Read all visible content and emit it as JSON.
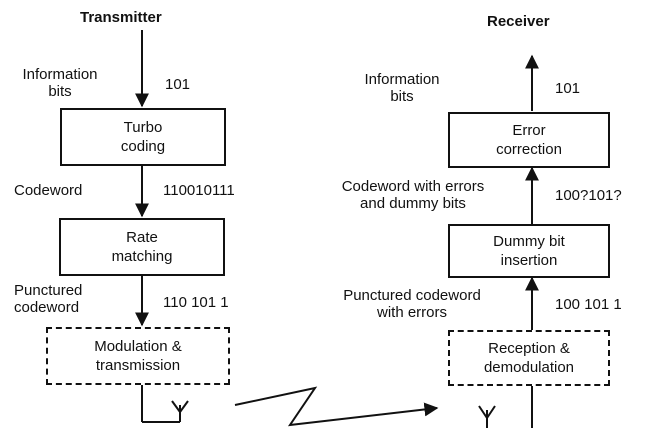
{
  "transmitter": {
    "title": "Transmitter",
    "info_label_1": "Information",
    "info_label_2": "bits",
    "info_value": "101",
    "box_turbo_1": "Turbo",
    "box_turbo_2": "coding",
    "codeword_label": "Codeword",
    "codeword_value": "110010111",
    "box_rate_1": "Rate",
    "box_rate_2": "matching",
    "punctured_label_1": "Punctured",
    "punctured_label_2": "codeword",
    "punctured_value": "110 101 1",
    "box_mod_1": "Modulation &",
    "box_mod_2": "transmission"
  },
  "receiver": {
    "title": "Receiver",
    "info_label_1": "Information",
    "info_label_2": "bits",
    "info_value": "101",
    "box_error_1": "Error",
    "box_error_2": "correction",
    "codeword_label_1": "Codeword with errors",
    "codeword_label_2": "and dummy bits",
    "codeword_value": "100?101?",
    "box_dummy_1": "Dummy bit",
    "box_dummy_2": "insertion",
    "punctured_label_1": "Punctured codeword",
    "punctured_label_2": "with errors",
    "punctured_value": "100 101 1",
    "box_recep_1": "Reception &",
    "box_recep_2": "demodulation"
  }
}
